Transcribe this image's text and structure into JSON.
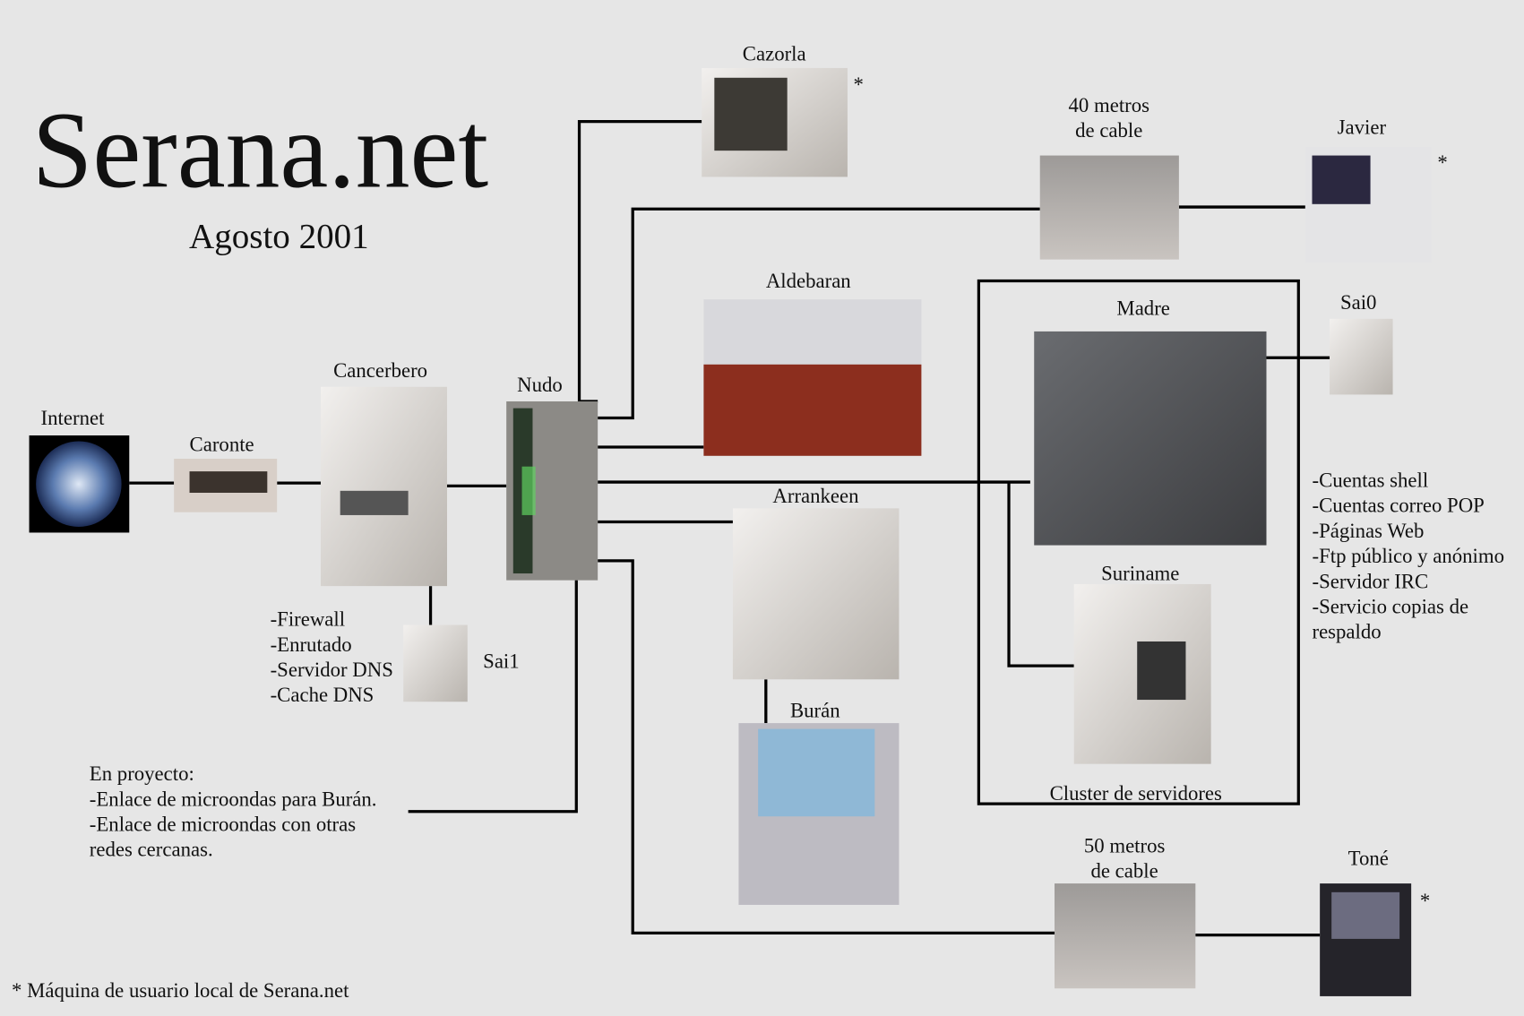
{
  "title": "Serana.net",
  "subtitle": "Agosto 2001",
  "nodes": {
    "internet": "Internet",
    "caronte": "Caronte",
    "cancerbero": "Cancerbero",
    "nudo": "Nudo",
    "sai1": "Sai1",
    "cazorla": "Cazorla",
    "cable40": [
      "40 metros",
      "de cable"
    ],
    "javier": "Javier",
    "aldebaran": "Aldebaran",
    "madre": "Madre",
    "sai0": "Sai0",
    "suriname": "Suriname",
    "cluster": "Cluster de servidores",
    "arrankeen": "Arrankeen",
    "buran": "Burán",
    "cable50": [
      "50 metros",
      "de cable"
    ],
    "tone": "Toné"
  },
  "local_marker": "*",
  "cancerbero_roles": [
    "-Firewall",
    "-Enrutado",
    "-Servidor DNS",
    "-Cache DNS"
  ],
  "cluster_services": [
    "-Cuentas shell",
    "-Cuentas correo POP",
    "-Páginas Web",
    "-Ftp público y anónimo",
    "-Servidor IRC",
    "-Servicio copias de",
    "respaldo"
  ],
  "project": [
    "En proyecto:",
    "-Enlace de microondas para Burán.",
    "-Enlace de microondas con otras",
    "redes cercanas."
  ],
  "footnote": "* Máquina de usuario local de Serana.net"
}
